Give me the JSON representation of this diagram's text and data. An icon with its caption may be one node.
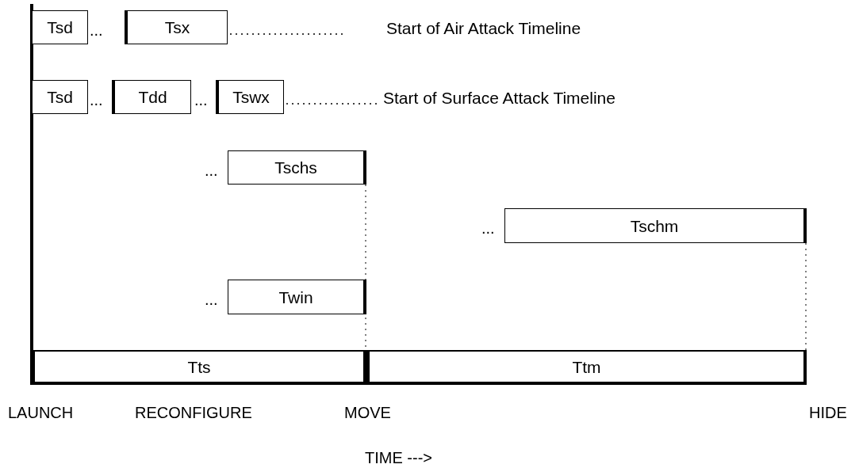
{
  "diagram": {
    "nodes": [
      {
        "text": [
          "Tsd"
        ]
      },
      {
        "text": [
          "Tsx"
        ]
      },
      {
        "text": [
          "Start of Air Attack Timeline"
        ]
      },
      {
        "text": [
          "Tsd"
        ]
      },
      {
        "text": [
          "Tdd"
        ]
      },
      {
        "text": [
          "Tswx"
        ]
      },
      {
        "text": [
          "Start of Surface Attack Timeline"
        ]
      },
      {
        "text": [
          "Tschs"
        ]
      },
      {
        "text": [
          "Tschm"
        ]
      },
      {
        "text": [
          "Twin"
        ]
      },
      {
        "text": [
          "Tts"
        ]
      },
      {
        "text": [
          "Ttm"
        ]
      }
    ],
    "edges": [
      {
        "from": 1,
        "to": 2,
        "arrow": "none",
        "style": "dashed"
      },
      {
        "from": 5,
        "to": 6,
        "arrow": "none",
        "style": "dashed"
      },
      {
        "from": 7,
        "to": 10,
        "arrow": "none",
        "style": "dashed"
      },
      {
        "from": 8,
        "to": 11,
        "arrow": "none",
        "style": "dashed"
      }
    ],
    "labels": [
      "...",
      "...",
      "...",
      "...",
      "...",
      "...",
      "LAUNCH",
      "RECONFIGURE",
      "MOVE",
      "HIDE",
      "TIME --->"
    ]
  }
}
